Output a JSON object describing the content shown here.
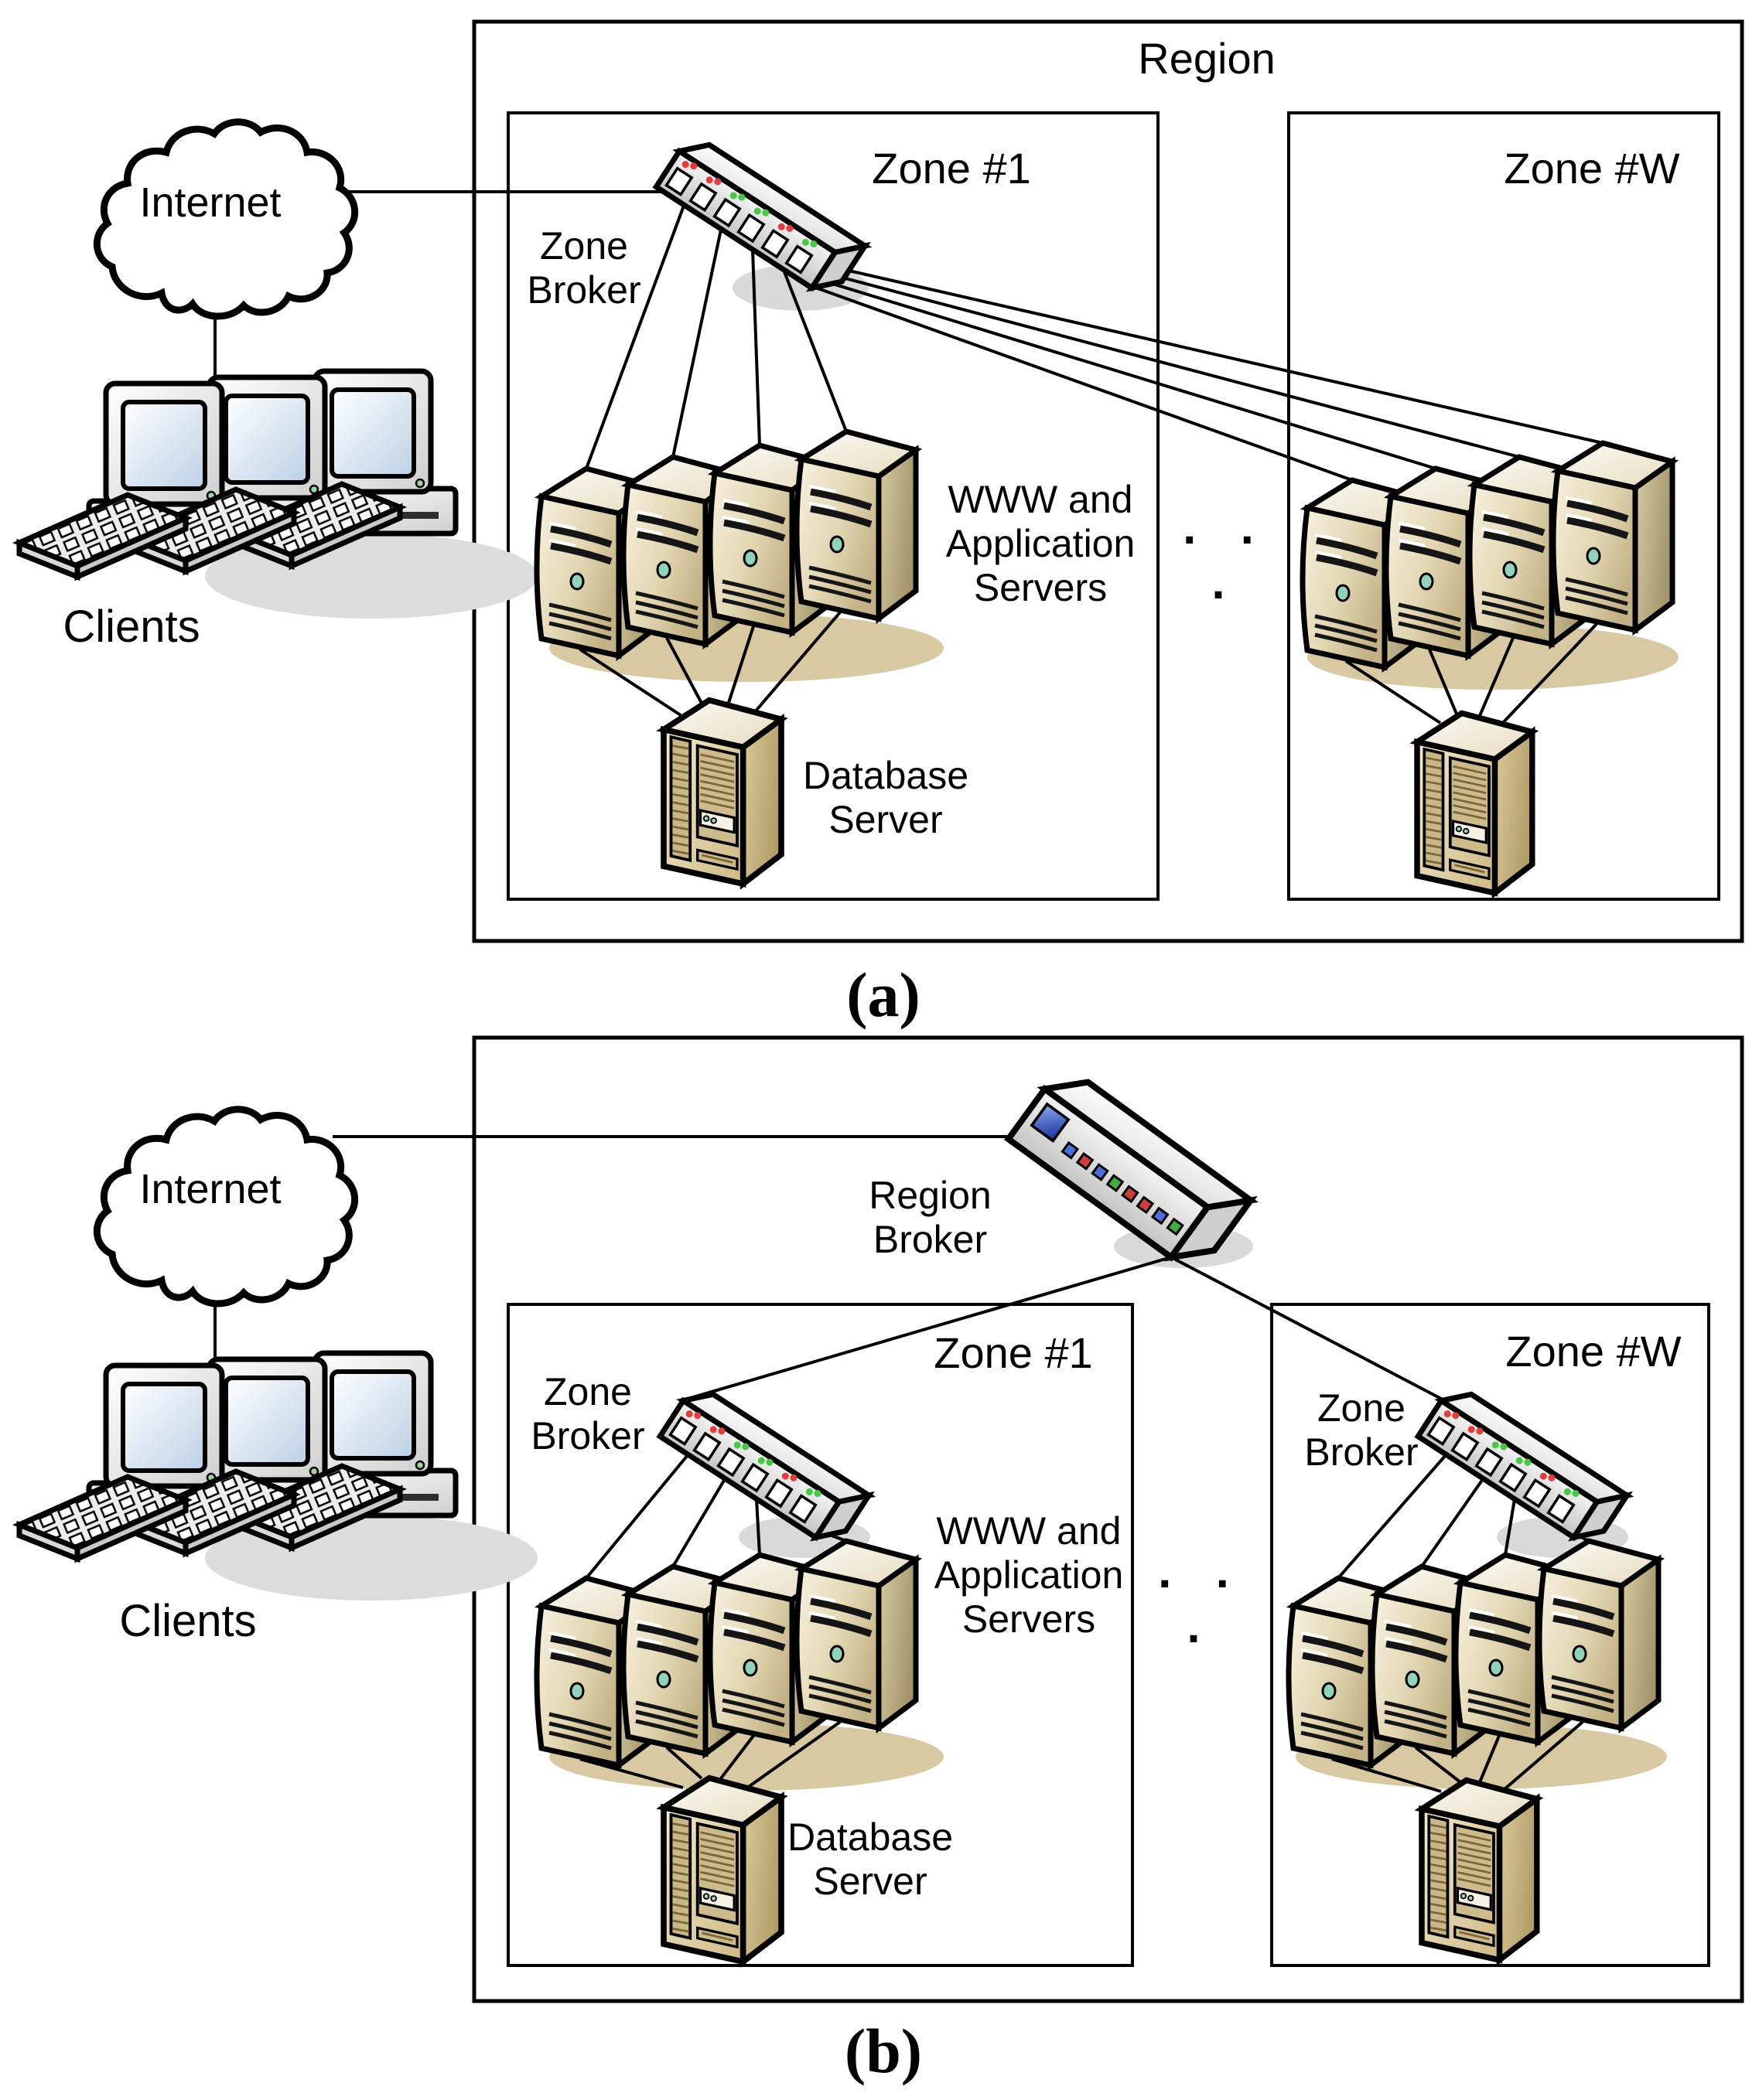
{
  "a": {
    "caption": "(a)",
    "region": "Region",
    "zone1": "Zone #1",
    "zoneW": "Zone #W",
    "internet": "Internet",
    "clients": "Clients",
    "zone_broker": "Zone Broker",
    "www_servers": "WWW and Application Servers",
    "database_server": "Database Server",
    "dots": ". . ."
  },
  "b": {
    "caption": "(b)",
    "internet": "Internet",
    "clients": "Clients",
    "region_broker": "Region Broker",
    "zone1": "Zone #1",
    "zoneW": "Zone #W",
    "zone1_broker": "Zone Broker",
    "zoneW_broker": "Zone Broker",
    "www_servers": "WWW and Application Servers",
    "database_server": "Database Server",
    "dots": ". . ."
  },
  "colors": {
    "server_front": "#e3d7b4",
    "server_side": "#b3a477",
    "shadow_tan": "#d8c9a2",
    "switch_body": "#e9e9e9",
    "led_red": "#e43c3c",
    "led_green": "#43c943",
    "router_blue": "#2a46c0",
    "screen_blue": "#ccdcee",
    "outline": "#000000"
  }
}
